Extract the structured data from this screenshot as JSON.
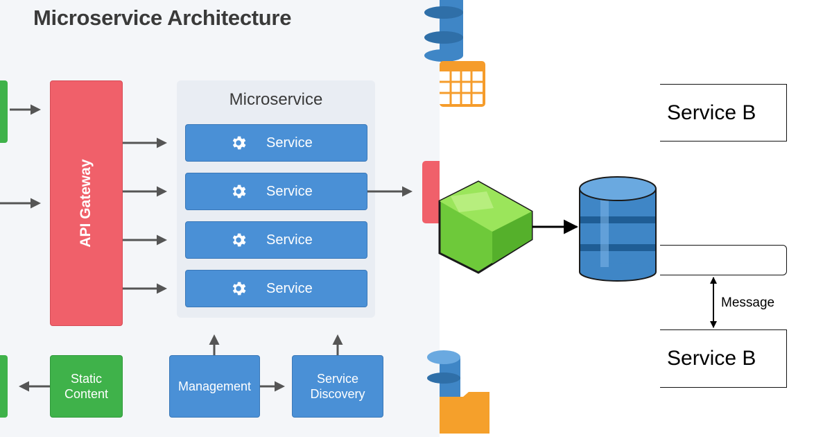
{
  "left_diagram": {
    "title": "Microservice Architecture",
    "api_gateway_label": "API Gateway",
    "microservice_container_title": "Microservice",
    "services": [
      "Service",
      "Service",
      "Service",
      "Service"
    ],
    "static_content_label": "Static\nContent",
    "management_label": "Management",
    "service_discovery_label": "Service\nDiscovery",
    "colors": {
      "gateway": "#f0606a",
      "service": "#4a90d6",
      "static": "#3fb24a",
      "container": "#e9edf3"
    },
    "icons": [
      "gear-icon"
    ]
  },
  "right_diagram": {
    "service_b_top_label": "Service B",
    "service_b_bottom_label": "Service B",
    "message_label": "Message",
    "icons": [
      "database-icon",
      "table-icon",
      "package-icon",
      "folder-icon"
    ],
    "colors": {
      "database": "#3f86c6",
      "table": "#f59c2b",
      "package": "#7fd93f",
      "folder": "#f5a02b"
    }
  }
}
